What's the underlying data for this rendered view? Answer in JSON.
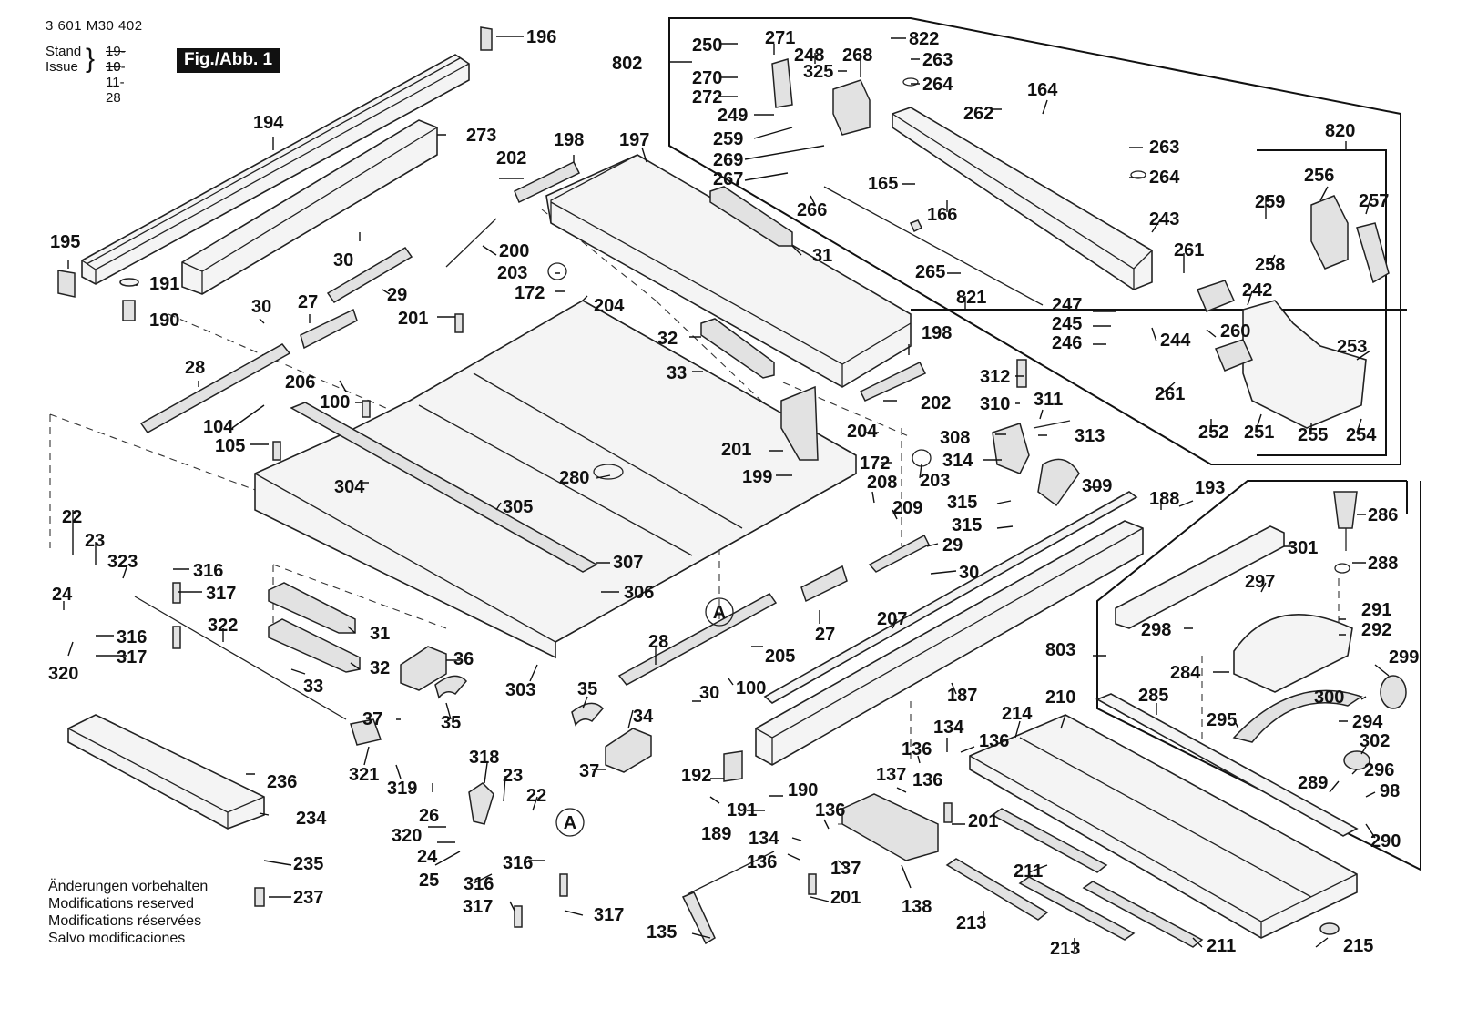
{
  "header": {
    "doc_number": "3 601 M30 402",
    "stand_label": "Stand",
    "issue_label": "Issue",
    "stand_old_date": "19-10",
    "issue_date": "19-11-28",
    "figure_label": "Fig./Abb. 1"
  },
  "notes": [
    "Änderungen vorbehalten",
    "Modifications reserved",
    "Modifications réservées",
    "Salvo modificaciones"
  ],
  "callouts": {
    "c196": "196",
    "c194": "194",
    "c273": "273",
    "c195": "195",
    "c191a": "191",
    "c190a": "190",
    "c30a": "30",
    "c30b": "30",
    "c29a": "29",
    "c27a": "27",
    "c28a": "28",
    "c206": "206",
    "c100a": "100",
    "c104": "104",
    "c105": "105",
    "c202a": "202",
    "c198a": "198",
    "c197": "197",
    "c200": "200",
    "c203a": "203",
    "c172a": "172",
    "c204a": "204",
    "c201a": "201",
    "c31a": "31",
    "c32a": "32",
    "c33a": "33",
    "c198b": "198",
    "c202b": "202",
    "c201b": "201",
    "c199": "199",
    "c204b": "204",
    "c172b": "172",
    "c203b": "203",
    "c280": "280",
    "c304": "304",
    "c305": "305",
    "c307": "307",
    "c306": "306",
    "c303": "303",
    "c31b": "31",
    "c32b": "32",
    "c33b": "33",
    "c36": "36",
    "c37a": "37",
    "c35a": "35",
    "c35b": "35",
    "c34": "34",
    "c37b": "37",
    "c28b": "28",
    "c30c": "30",
    "c205": "205",
    "c100b": "100",
    "c27b": "27",
    "c208": "208",
    "c209": "209",
    "c29b": "29",
    "c30d": "30",
    "c207": "207",
    "c187": "187",
    "c188": "188",
    "c193": "193",
    "c22a": "22",
    "c23a": "23",
    "c323": "323",
    "c316a": "316",
    "c317a": "317",
    "c24a": "24",
    "c316b": "316",
    "c317b": "317",
    "c320a": "320",
    "c322": "322",
    "c321": "321",
    "c319": "319",
    "c26": "26",
    "c318": "318",
    "c23b": "23",
    "c22b": "22",
    "c320b": "320",
    "c24b": "24",
    "c25": "25",
    "c316c": "316",
    "c317c": "317",
    "c317d": "317",
    "c236": "236",
    "c234": "234",
    "c235": "235",
    "c237": "237",
    "c192": "192",
    "c190b": "190",
    "c189": "189",
    "c191b": "191",
    "c134a": "134",
    "c136a": "136",
    "c136b": "136",
    "c137a": "137",
    "c136c": "136",
    "c201c": "201",
    "c136d": "136",
    "c134b": "134",
    "c136e": "136",
    "c137b": "137",
    "c201d": "201",
    "c138": "138",
    "c135": "135",
    "c214": "214",
    "c210": "210",
    "c211a": "211",
    "c213a": "213",
    "c213b": "213",
    "c211b": "211",
    "c215": "215",
    "c312": "312",
    "c310": "310",
    "c311": "311",
    "c313": "313",
    "c308": "308",
    "c314": "314",
    "c315a": "315",
    "c315b": "315",
    "c309": "309",
    "c802": "802",
    "c250": "250",
    "c271": "271",
    "c248": "248",
    "c268": "268",
    "c822": "822",
    "c325": "325",
    "c270": "270",
    "c272": "272",
    "c249": "249",
    "c259a": "259",
    "c269": "269",
    "c267": "267",
    "c266": "266",
    "c263a": "263",
    "c264a": "264",
    "c164": "164",
    "c262": "262",
    "c165": "165",
    "c166": "166",
    "c265": "265",
    "c821": "821",
    "c263b": "263",
    "c264b": "264",
    "c820": "820",
    "c256": "256",
    "c257": "257",
    "c259b": "259",
    "c258": "258",
    "c243": "243",
    "c261a": "261",
    "c242": "242",
    "c247": "247",
    "c245": "245",
    "c246": "246",
    "c244": "244",
    "c260": "260",
    "c253": "253",
    "c261b": "261",
    "c252": "252",
    "c251": "251",
    "c255": "255",
    "c254": "254",
    "c286": "286",
    "c301": "301",
    "c288": "288",
    "c297": "297",
    "c291": "291",
    "c292": "292",
    "c298": "298",
    "c803": "803",
    "c284": "284",
    "c299": "299",
    "c300": "300",
    "c285": "285",
    "c295": "295",
    "c294": "294",
    "c302": "302",
    "c296": "296",
    "c289": "289",
    "c98": "98",
    "c290": "290",
    "ref_a1": "A",
    "ref_a2": "A"
  }
}
